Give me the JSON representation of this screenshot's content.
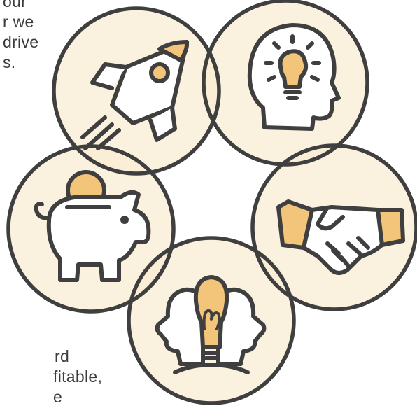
{
  "top_text": {
    "line1": "our",
    "line2": "r we",
    "line3": "drive",
    "line4": "s."
  },
  "bottom_text": {
    "line1": "rd",
    "line2": "fitable,",
    "line3": "e"
  },
  "colors": {
    "circle_fill": "#f9ecd4",
    "outline": "#3f3f3f",
    "icon_accent": "#f2c57a",
    "icon_fill": "#ffffff"
  },
  "icons": [
    "rocket-icon",
    "head-lightbulb-icon",
    "piggy-bank-icon",
    "handshake-icon",
    "two-heads-lightbulb-icon"
  ]
}
